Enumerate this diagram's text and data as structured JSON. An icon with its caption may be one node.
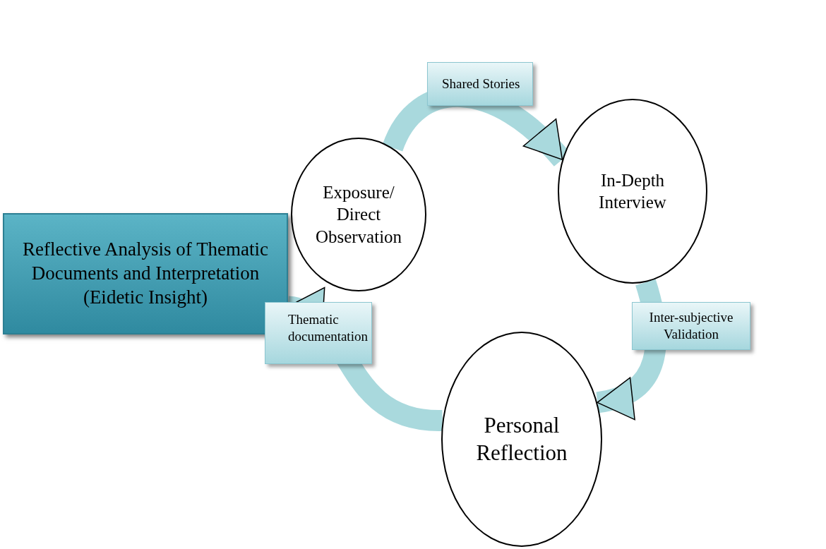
{
  "diagram": {
    "nodes": [
      {
        "text": [
          "Exposure/ Direct Observation"
        ]
      },
      {
        "text": [
          "In-Depth Interview"
        ]
      },
      {
        "text": [
          "Personal Reflection"
        ]
      },
      {
        "text": [
          "Reflective Analysis of Thematic Documents and Interpretation (Eidetic Insight)"
        ]
      }
    ],
    "edges": [
      {
        "from": 0,
        "to": 1,
        "arrow": "to",
        "label": "Shared Stories"
      },
      {
        "from": 1,
        "to": 2,
        "arrow": "to",
        "label": "Inter-subjective Validation"
      },
      {
        "from": 2,
        "to": 3,
        "arrow": "to",
        "label": "Thematic documentation"
      }
    ]
  }
}
